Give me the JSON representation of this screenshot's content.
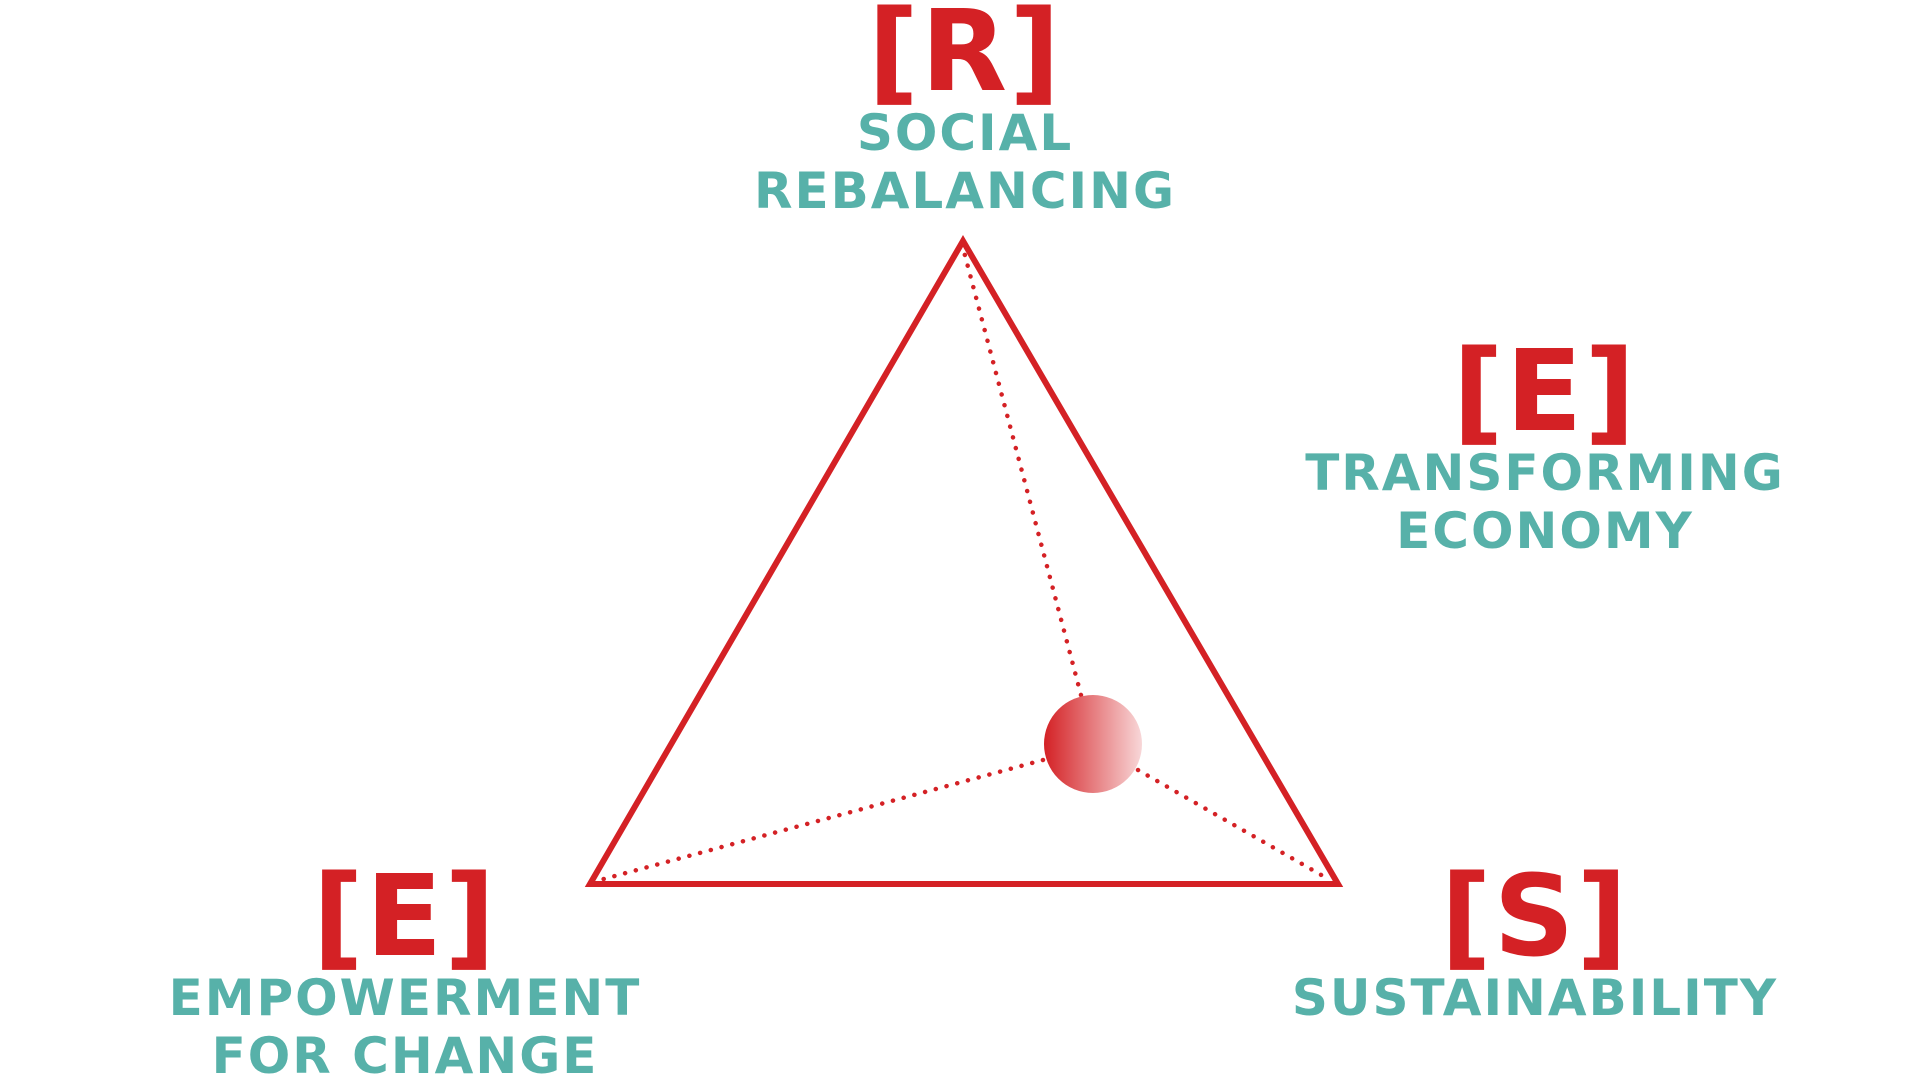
{
  "nodes": {
    "top": {
      "letter": "[R]",
      "line1": "SOCIAL",
      "line2": "REBALANCING"
    },
    "right": {
      "letter": "[E]",
      "line1": "TRANSFORMING",
      "line2": "ECONOMY"
    },
    "left": {
      "letter": "[E]",
      "line1": "EMPOWERMENT",
      "line2": "FOR CHANGE"
    },
    "bottom_right": {
      "letter": "[S]",
      "line1": "SUSTAINABILITY"
    }
  },
  "colors": {
    "accent_red": "#d42125",
    "label_teal": "#57b1a9",
    "ball_light": "#f8d7d8"
  }
}
